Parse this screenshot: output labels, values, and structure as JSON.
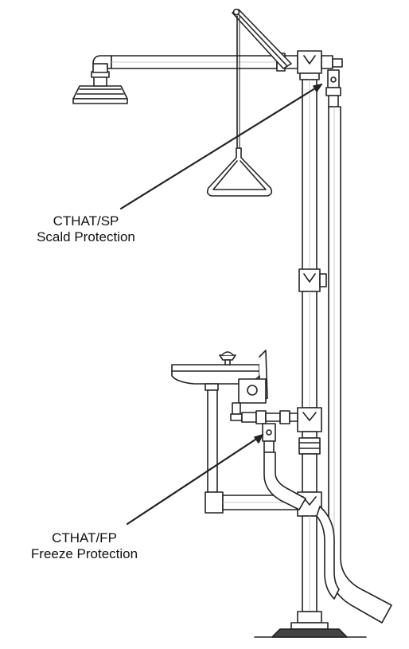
{
  "callouts": {
    "scald": {
      "code": "CTHAT/SP",
      "label": "Scald Protection"
    },
    "freeze": {
      "code": "CTHAT/FP",
      "label": "Freeze Protection"
    }
  },
  "colors": {
    "line": "#222222",
    "fill": "#ffffff",
    "shade": "#e6e6e6"
  }
}
